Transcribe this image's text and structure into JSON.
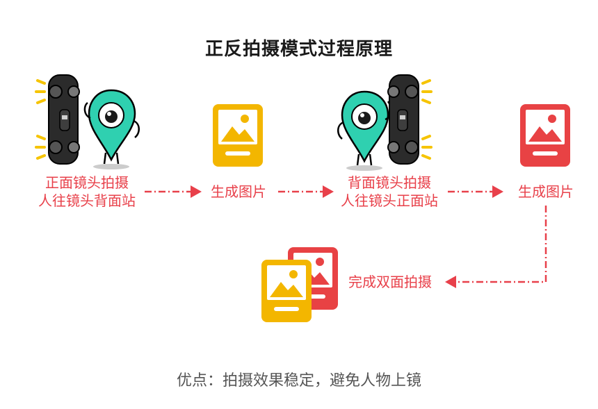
{
  "title": "正反拍摄模式过程原理",
  "steps": {
    "step1_line1": "正面镜头拍摄",
    "step1_line2": "人往镜头背面站",
    "step2": "生成图片",
    "step3_line1": "背面镜头拍摄",
    "step3_line2": "人往镜头正面站",
    "step4": "生成图片",
    "step5": "完成双面拍摄"
  },
  "footer": "优点：拍摄效果稳定，避免人物上镜",
  "colors": {
    "accent_red": "#e8404a",
    "photo_yellow": "#f3b600",
    "photo_red": "#e84244",
    "mascot": "#2fd0b0",
    "camera": "#2b2b2b",
    "flash": "#f6c400"
  },
  "icons": [
    "camera-icon",
    "mascot-icon",
    "photo-icon",
    "arrow-icon"
  ]
}
